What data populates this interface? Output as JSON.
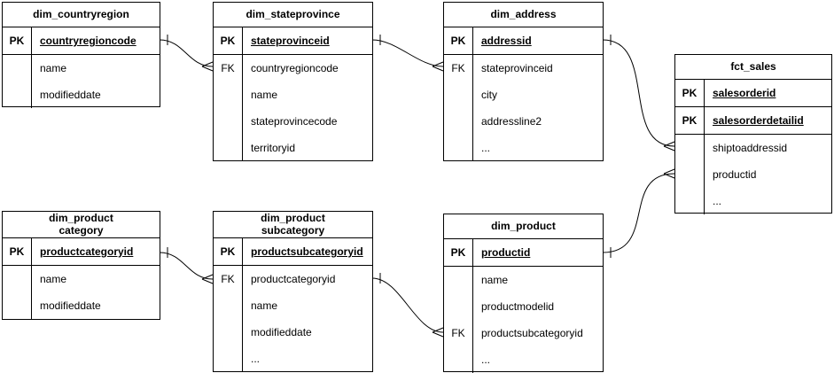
{
  "diagram": {
    "type": "entity-relationship",
    "line_color": "#000000",
    "background_color": "#ffffff",
    "tables": [
      {
        "title": "dim_countryregion",
        "rows": [
          {
            "key": "PK",
            "label": "countryregioncode"
          },
          {
            "key": "",
            "label": "name"
          },
          {
            "key": "",
            "label": "modifieddate"
          }
        ]
      },
      {
        "title": "dim_stateprovince",
        "rows": [
          {
            "key": "PK",
            "label": "stateprovinceid"
          },
          {
            "key": "FK",
            "label": "countryregioncode"
          },
          {
            "key": "",
            "label": "name"
          },
          {
            "key": "",
            "label": "stateprovincecode"
          },
          {
            "key": "",
            "label": "territoryid"
          }
        ]
      },
      {
        "title": "dim_address",
        "rows": [
          {
            "key": "PK",
            "label": "addressid"
          },
          {
            "key": "FK",
            "label": "stateprovinceid"
          },
          {
            "key": "",
            "label": "city"
          },
          {
            "key": "",
            "label": "addressline2"
          },
          {
            "key": "",
            "label": "..."
          }
        ]
      },
      {
        "title": "fct_sales",
        "rows": [
          {
            "key": "PK",
            "label": "salesorderid"
          },
          {
            "key": "PK",
            "label": "salesorderdetailid"
          },
          {
            "key": "",
            "label": "shiptoaddressid"
          },
          {
            "key": "",
            "label": "productid"
          },
          {
            "key": "",
            "label": "..."
          }
        ]
      },
      {
        "title": "dim_product\ncategory",
        "rows": [
          {
            "key": "PK",
            "label": "productcategoryid"
          },
          {
            "key": "",
            "label": "name"
          },
          {
            "key": "",
            "label": "modifieddate"
          }
        ]
      },
      {
        "title": "dim_product\nsubcategory",
        "rows": [
          {
            "key": "PK",
            "label": "productsubcategoryid"
          },
          {
            "key": "FK",
            "label": "productcategoryid"
          },
          {
            "key": "",
            "label": "name"
          },
          {
            "key": "",
            "label": "modifieddate"
          },
          {
            "key": "",
            "label": "..."
          }
        ]
      },
      {
        "title": "dim_product",
        "rows": [
          {
            "key": "PK",
            "label": "productid"
          },
          {
            "key": "",
            "label": "name"
          },
          {
            "key": "",
            "label": "productmodelid"
          },
          {
            "key": "FK",
            "label": "productsubcategoryid"
          },
          {
            "key": "",
            "label": "..."
          }
        ]
      }
    ],
    "relationships": [
      {
        "from_table": "dim_countryregion",
        "from_column": "countryregioncode",
        "to_table": "dim_stateprovince",
        "to_column": "countryregioncode",
        "cardinality": "one-to-many"
      },
      {
        "from_table": "dim_stateprovince",
        "from_column": "stateprovinceid",
        "to_table": "dim_address",
        "to_column": "stateprovinceid",
        "cardinality": "one-to-many"
      },
      {
        "from_table": "dim_address",
        "from_column": "addressid",
        "to_table": "fct_sales",
        "to_column": "shiptoaddressid",
        "cardinality": "one-to-many"
      },
      {
        "from_table": "dim_product",
        "from_column": "productid",
        "to_table": "fct_sales",
        "to_column": "productid",
        "cardinality": "one-to-many"
      },
      {
        "from_table": "dim_product category",
        "from_column": "productcategoryid",
        "to_table": "dim_product subcategory",
        "to_column": "productcategoryid",
        "cardinality": "one-to-many"
      },
      {
        "from_table": "dim_product subcategory",
        "from_column": "productsubcategoryid",
        "to_table": "dim_product",
        "to_column": "productsubcategoryid",
        "cardinality": "one-to-many"
      }
    ]
  }
}
